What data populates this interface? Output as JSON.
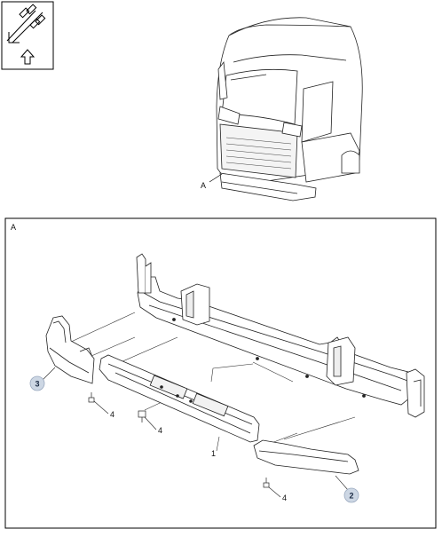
{
  "view_label_top": "A",
  "detail": {
    "panel_label": "A",
    "part_labels": {
      "bumper_center": "1",
      "cover_right": "2",
      "cover_left": "3",
      "screw": "4"
    }
  }
}
